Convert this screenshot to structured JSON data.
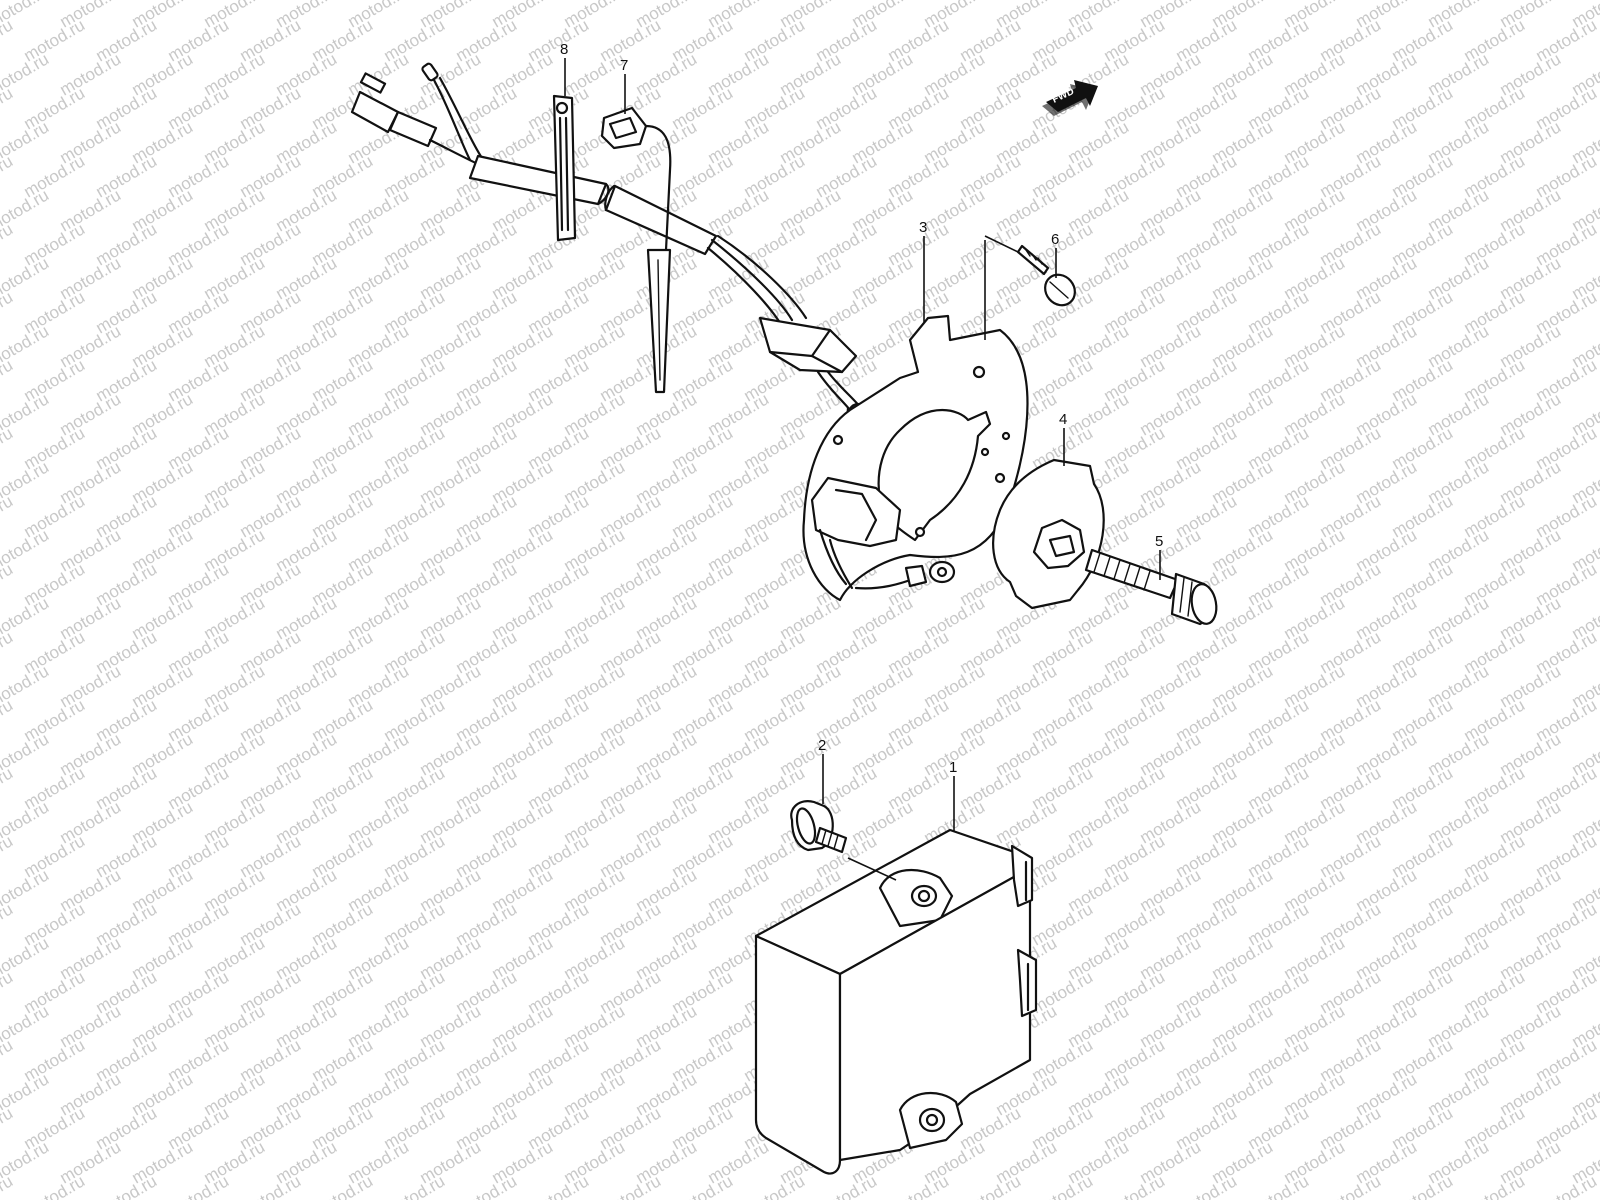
{
  "watermark": {
    "text": "motod.ru"
  },
  "fwd_badge": {
    "label": "FWD"
  },
  "callouts": [
    {
      "id": "1",
      "label": "1"
    },
    {
      "id": "2",
      "label": "2"
    },
    {
      "id": "3",
      "label": "3"
    },
    {
      "id": "4",
      "label": "4"
    },
    {
      "id": "5",
      "label": "5"
    },
    {
      "id": "6",
      "label": "6"
    },
    {
      "id": "7",
      "label": "7"
    },
    {
      "id": "8",
      "label": "8"
    }
  ],
  "colors": {
    "ink": "#111111",
    "background": "#ffffff",
    "watermark": "#c8c8c8"
  }
}
